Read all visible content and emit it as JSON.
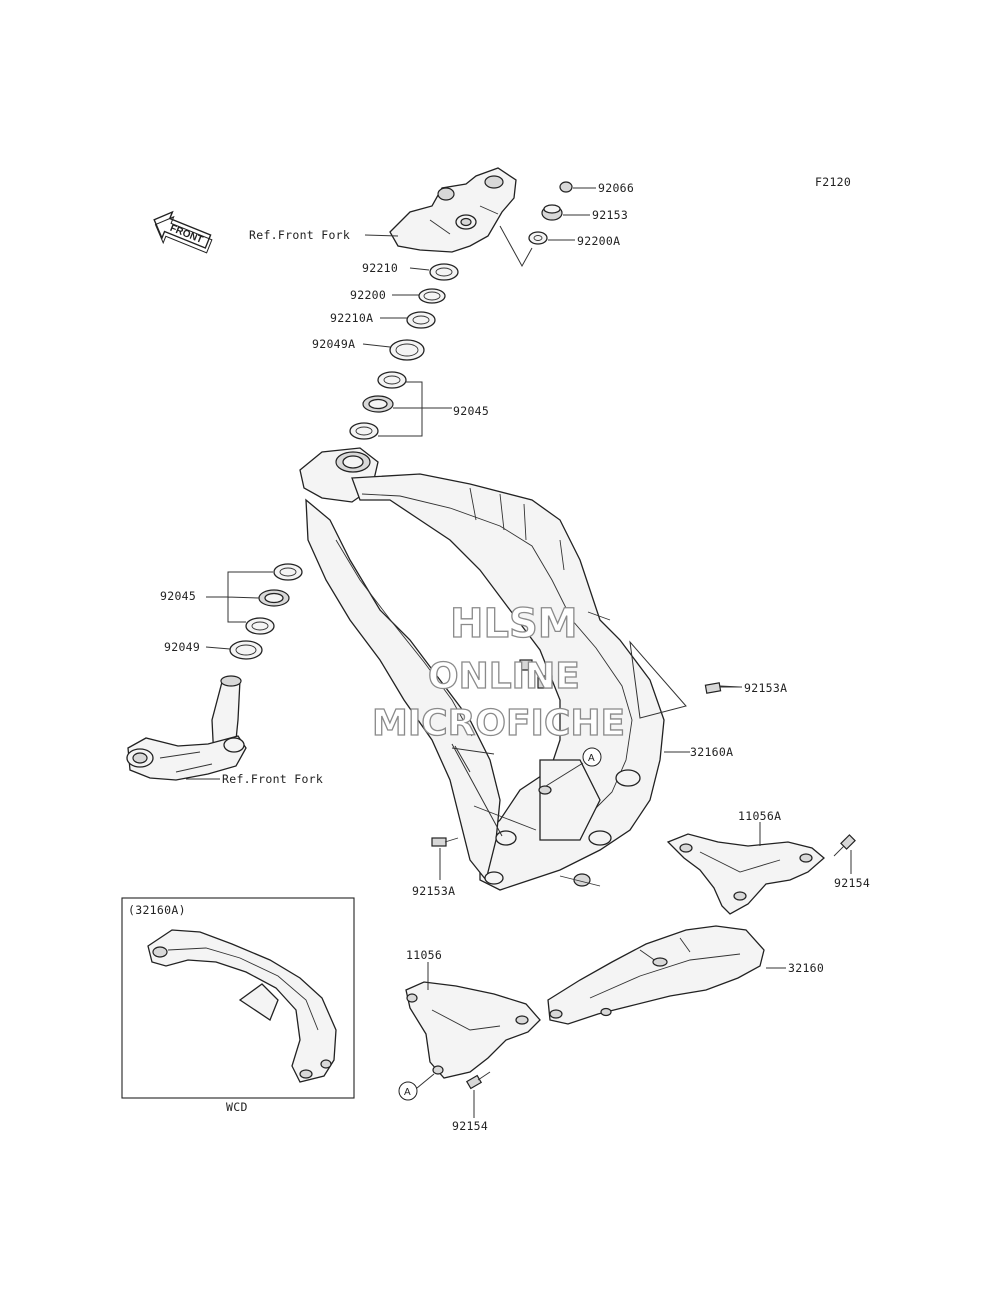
{
  "diagram_code": "F2120",
  "front_arrow": "FRONT",
  "watermark": [
    "HLSM",
    "ONLINE",
    "MICROFICHE"
  ],
  "ref_front_fork": "Ref.Front Fork",
  "callout_letter": "A",
  "labels": {
    "p92066": "92066",
    "p92153": "92153",
    "p92200A": "92200A",
    "p92210": "92210",
    "p92200": "92200",
    "p92210A": "92210A",
    "p92049A": "92049A",
    "p92045_top": "92045",
    "p92045_left": "92045",
    "p92049": "92049",
    "p92153A_right": "92153A",
    "p32160A": "32160A",
    "p92153A_bottom": "92153A",
    "p11056A": "11056A",
    "p92154_right": "92154",
    "p32160": "32160",
    "p11056": "11056",
    "p92154_bottom": "92154"
  },
  "inset": {
    "title": "(32160A)",
    "caption": "WCD"
  }
}
